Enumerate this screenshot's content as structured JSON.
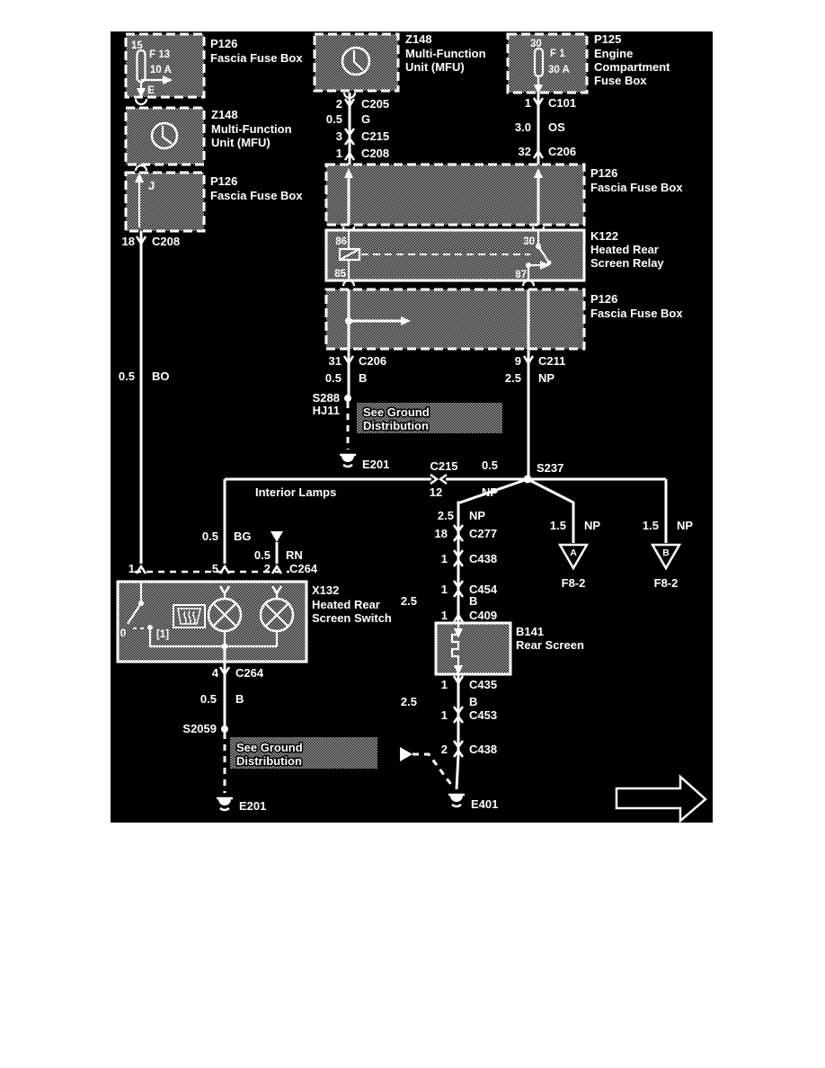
{
  "colors": {
    "page_bg": "#ffffff",
    "panel_bg": "#000000",
    "wire": "#ffffff",
    "halftone": "#a8a8a8"
  },
  "boxes": {
    "p126_tl": {
      "id": "P126",
      "name": "Fascia Fuse Box",
      "pin": "15",
      "fuse": "F 13",
      "rating": "10 A",
      "tap": "E"
    },
    "z148_left": {
      "id": "Z148",
      "name_l1": "Multi-Function",
      "name_l2": "Unit (MFU)"
    },
    "p126_j": {
      "id": "P126",
      "name": "Fascia Fuse Box",
      "tap": "J"
    },
    "z148_mid": {
      "id": "Z148",
      "name_l1": "Multi-Function",
      "name_l2": "Unit (MFU)"
    },
    "p125": {
      "id": "P125",
      "name_l1": "Engine",
      "name_l2": "Compartment",
      "name_l3": "Fuse Box",
      "pin": "30",
      "fuse": "F 1",
      "rating": "30 A"
    },
    "p126_a": {
      "id": "P126",
      "name": "Fascia Fuse Box"
    },
    "k122": {
      "id": "K122",
      "name_l1": "Heated Rear",
      "name_l2": "Screen Relay",
      "pin_86": "86",
      "pin_85": "85",
      "pin_30": "30",
      "pin_87": "87"
    },
    "p126_b": {
      "id": "P126",
      "name": "Fascia Fuse Box"
    },
    "x132": {
      "id": "X132",
      "name_l1": "Heated Rear",
      "name_l2": "Screen Switch",
      "pos_off": "0",
      "pos_on": "[1]"
    },
    "b141": {
      "id": "B141",
      "name": "Rear Screen"
    }
  },
  "pins": {
    "c205": {
      "pin": "2",
      "conn": "C205"
    },
    "c215_3": {
      "pin": "3",
      "conn": "C215"
    },
    "c208_1": {
      "pin": "1",
      "conn": "C208"
    },
    "c101": {
      "pin": "1",
      "conn": "C101"
    },
    "c206_32": {
      "pin": "32",
      "conn": "C206"
    },
    "c208_18": {
      "pin": "18",
      "conn": "C208"
    },
    "c206_31": {
      "pin": "31",
      "conn": "C206"
    },
    "c211_9": {
      "pin": "9",
      "conn": "C211"
    },
    "c215_12": {
      "pin": "12",
      "conn": "C215"
    },
    "c277_18": {
      "pin": "18",
      "conn": "C277"
    },
    "c438_1": {
      "pin": "1",
      "conn": "C438"
    },
    "c454_1": {
      "pin": "1",
      "conn": "C454"
    },
    "c409_1": {
      "pin": "1",
      "conn": "C409"
    },
    "c435_1": {
      "pin": "1",
      "conn": "C435"
    },
    "c453_1": {
      "pin": "1",
      "conn": "C453"
    },
    "c438_2": {
      "pin": "2",
      "conn": "C438"
    },
    "c264_1": {
      "pin": "1"
    },
    "c264_5": {
      "pin": "5"
    },
    "c264_2": {
      "pin": "2",
      "conn": "C264"
    },
    "c264_4": {
      "pin": "4",
      "conn": "C264"
    }
  },
  "wires": {
    "g": {
      "size": "0.5",
      "code": "G"
    },
    "os": {
      "size": "3.0",
      "code": "OS"
    },
    "bo": {
      "size": "0.5",
      "code": "BO"
    },
    "b_31": {
      "size": "0.5",
      "code": "B"
    },
    "np_9": {
      "size": "2.5",
      "code": "NP"
    },
    "np_bus": {
      "size": "0.5",
      "code": "NP"
    },
    "bg": {
      "size": "0.5",
      "code": "BG"
    },
    "rn": {
      "size": "0.5",
      "code": "RN"
    },
    "np_mid": {
      "size": "2.5",
      "code": "NP"
    },
    "b_mid": {
      "size": "2.5",
      "code": "B"
    },
    "b_screen": {
      "size": "2.5",
      "code": "B"
    },
    "b_sw": {
      "size": "0.5",
      "code": "B"
    },
    "np_a": {
      "size": "1.5",
      "code": "NP"
    },
    "np_b": {
      "size": "1.5",
      "code": "NP"
    }
  },
  "splices": {
    "s288": "S288",
    "hj11": "HJ11",
    "s237": "S237",
    "s2059": "S2059"
  },
  "grounds": {
    "e201_a": "E201",
    "e201_b": "E201",
    "e401": "E401"
  },
  "notes": {
    "ground_note": {
      "l1": "See Ground",
      "l2": "Distribution"
    },
    "interior_lamps": "Interior Lamps"
  },
  "offpage": {
    "a": {
      "letter": "A",
      "ref": "F8-2"
    },
    "b": {
      "letter": "B",
      "ref": "F8-2"
    }
  }
}
